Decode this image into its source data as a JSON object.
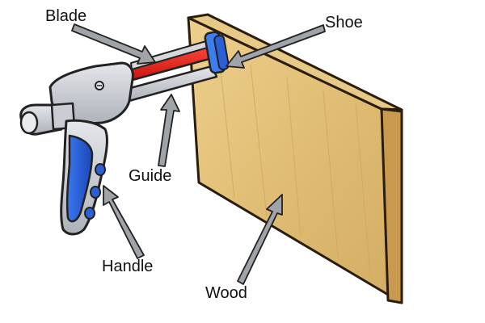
{
  "labels": {
    "blade": "Blade",
    "shoe": "Shoe",
    "guide": "Guide",
    "handle": "Handle",
    "wood": "Wood"
  },
  "colors": {
    "wood_face": "#e2bf78",
    "wood_side": "#c99b52",
    "wood_top": "#d9b46c",
    "blade": "#e8221d",
    "handle_grip": "#2a5fd6",
    "tool_body": "#c9cbd1",
    "arrow": "#9fa3a8"
  }
}
